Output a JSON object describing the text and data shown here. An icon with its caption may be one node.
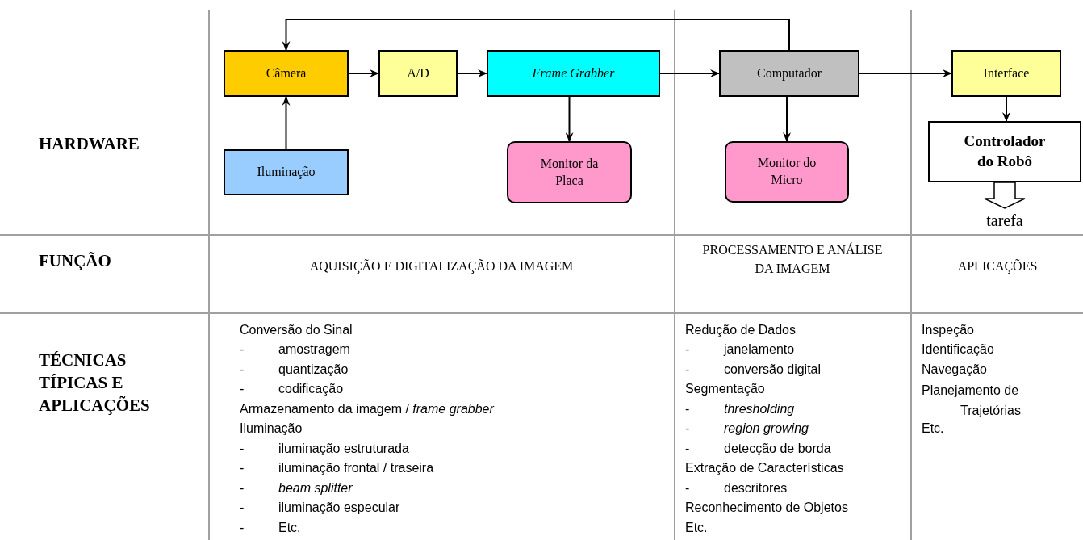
{
  "diagram": {
    "nodes": [
      {
        "text": [
          "Câmera"
        ]
      },
      {
        "text": [
          "A/D"
        ]
      },
      {
        "text": [
          "Frame Grabber"
        ]
      },
      {
        "text": [
          "Computador"
        ]
      },
      {
        "text": [
          "Interface"
        ]
      },
      {
        "text": [
          "Iluminação"
        ]
      },
      {
        "text": [
          "Monitor da Placa"
        ]
      },
      {
        "text": [
          "Monitor do Micro"
        ]
      },
      {
        "text": [
          "Controlador do Robô"
        ]
      },
      {
        "text": [
          "tarefa"
        ]
      }
    ],
    "edges": [
      {
        "from": 0,
        "to": 1,
        "arrow": "to"
      },
      {
        "from": 1,
        "to": 2,
        "arrow": "to"
      },
      {
        "from": 2,
        "to": 3,
        "arrow": "to"
      },
      {
        "from": 3,
        "to": 4,
        "arrow": "to"
      },
      {
        "from": 5,
        "to": 0,
        "arrow": "to"
      },
      {
        "from": 2,
        "to": 6,
        "arrow": "to"
      },
      {
        "from": 3,
        "to": 7,
        "arrow": "to"
      },
      {
        "from": 4,
        "to": 8,
        "arrow": "to"
      },
      {
        "from": 8,
        "to": 9,
        "arrow": "to",
        "style": "thick"
      },
      {
        "from": 3,
        "to": 0,
        "arrow": "to"
      }
    ],
    "labels": [
      "HARDWARE",
      "FUNÇÃO",
      "AQUISIÇÃO E DIGITALIZAÇÃO DA IMAGEM",
      "PROCESSAMENTO E ANÁLISE DA IMAGEM",
      "APLICAÇÕES",
      "TÉCNICAS TÍPICAS E APLICAÇÕES",
      "Conversão do Sinal",
      "-\tamostragem",
      "-\tquantização",
      "-\tcodificação",
      "Armazenamento da imagem / *frame grabber*",
      "Iluminação",
      "-\tiluminação estruturada",
      "-\tiluminação frontal / traseira",
      "-\t*beam splitter*",
      "-\tiluminação especular",
      "-\tEtc.",
      "Redução de Dados",
      "-\tjanelamento",
      "-\tconversão digital",
      "Segmentação",
      "-\t*thresholding*",
      "-\t*region growing*",
      "-\tdetecção de borda",
      "Extração de Características",
      "-\tdescritores",
      "Reconhecimento de Objetos",
      "Etc.",
      "Inspeção",
      "Identificação",
      "Navegação",
      "Planejamento de Trajetórias",
      "Etc."
    ]
  }
}
